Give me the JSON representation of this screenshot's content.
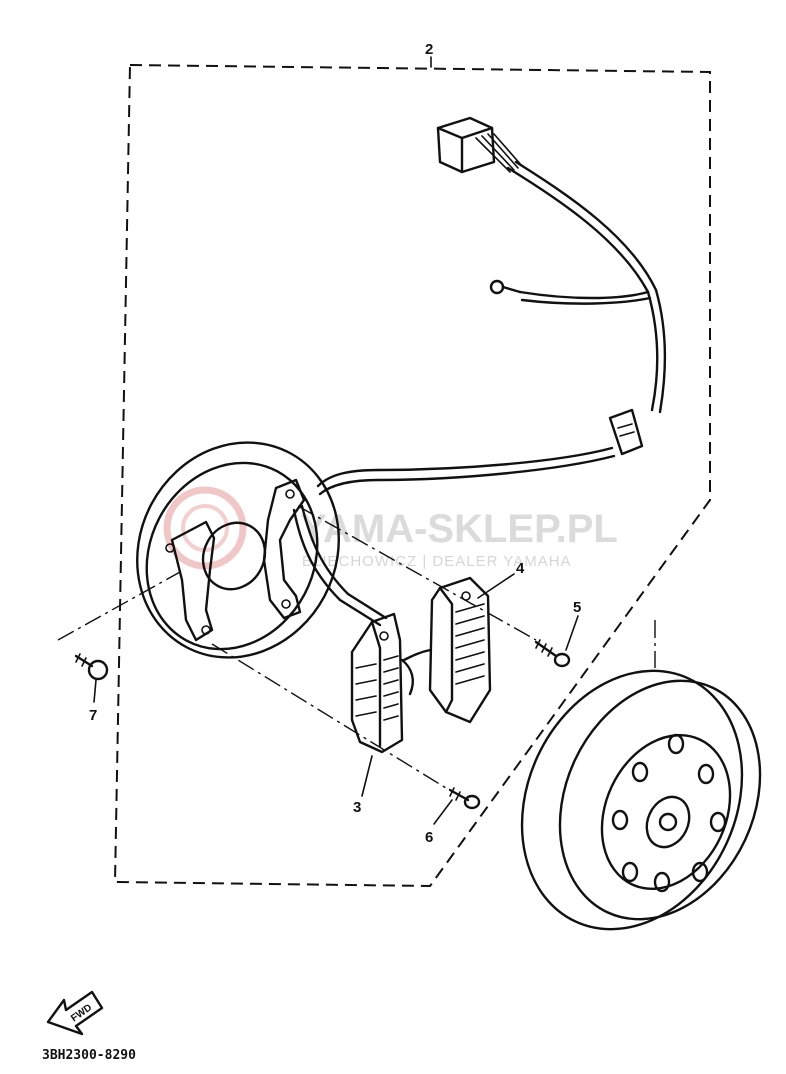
{
  "callouts": {
    "p2": "2",
    "p3": "3",
    "p4": "4",
    "p5": "5",
    "p6": "6",
    "p7": "7"
  },
  "watermark": {
    "brand": "YAMA-SKLEP.PL",
    "dealer": "BLIECHOWICZ | DEALER YAMAHA",
    "logo_color": "#e8a0a0"
  },
  "front_indicator": "FWD",
  "diagram_code": "3BH2300-8290"
}
